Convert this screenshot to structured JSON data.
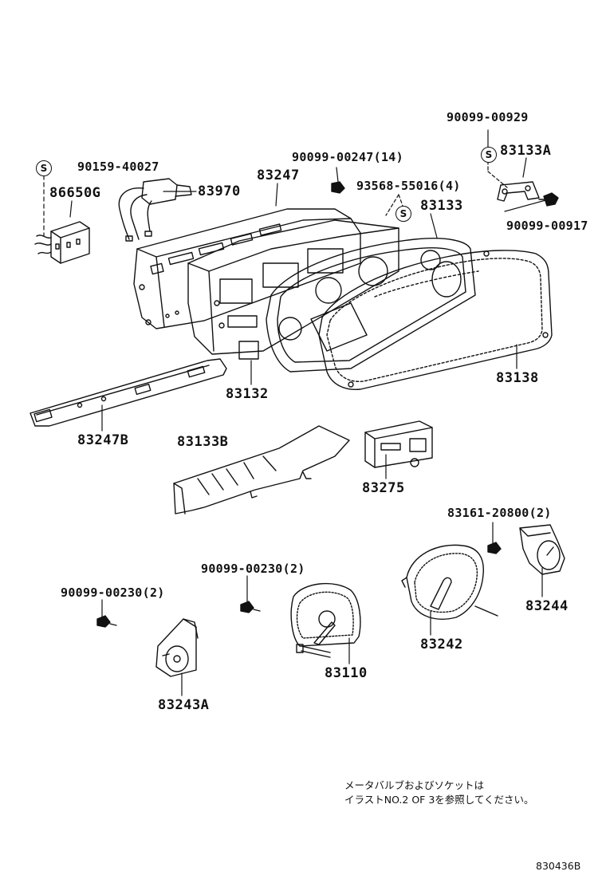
{
  "labels": {
    "p90099_00929": "90099-00929",
    "p83133A": "83133A",
    "p90159_40027": "90159-40027",
    "p90099_00247": "90099-00247(14)",
    "p83247": "83247",
    "p86650G": "86650G",
    "p83970": "83970",
    "p93568_55016": "93568-55016(4)",
    "p83133": "83133",
    "p90099_00917": "90099-00917",
    "p83132": "83132",
    "p83138": "83138",
    "p83247B": "83247B",
    "p83133B": "83133B",
    "p83275": "83275",
    "p83161_20800": "83161-20800(2)",
    "p90099_00230_a": "90099-00230(2)",
    "p90099_00230_b": "90099-00230(2)",
    "p83244": "83244",
    "p83242": "83242",
    "p83110": "83110",
    "p83243A": "83243A"
  },
  "symbols": {
    "s_mark": "S"
  },
  "note": {
    "line1": "メータバルブおよびソケットは",
    "line2": "イラストNO.2 OF 3を参照してください。"
  },
  "drawing_code": "830436B"
}
